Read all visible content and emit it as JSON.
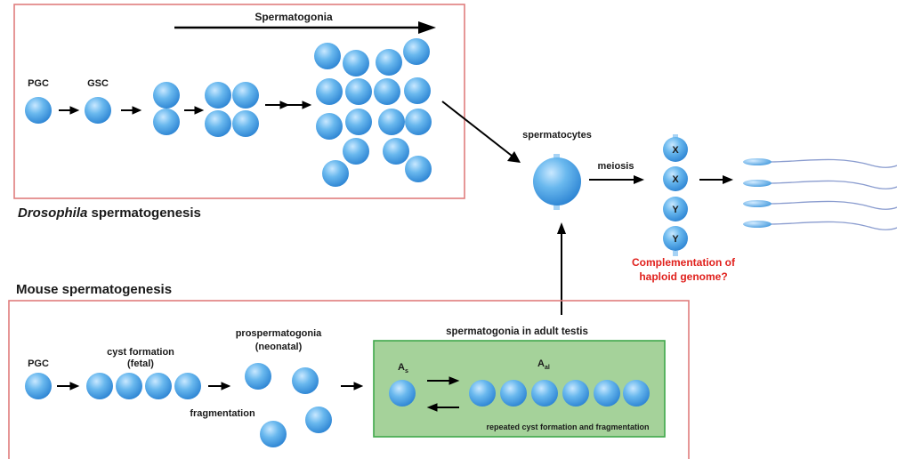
{
  "drosophila": {
    "section_title_italic": "Drosophila",
    "section_title_rest": " spermatogenesis",
    "banner": "Spermatogonia",
    "pgc": "PGC",
    "gsc": "GSC"
  },
  "center": {
    "spermatocytes": "spermatocytes",
    "meiosis": "meiosis",
    "chrom_labels": [
      "X",
      "X",
      "Y",
      "Y"
    ],
    "question_line1": "Complementation of",
    "question_line2": "haploid genome?"
  },
  "mouse": {
    "section_title": "Mouse spermatogenesis",
    "pgc": "PGC",
    "cyst_line1": "cyst formation",
    "cyst_line2": "(fetal)",
    "prosperm_line1": "prospermatogonia",
    "prosperm_line2": "(neonatal)",
    "fragmentation": "fragmentation",
    "adult_title": "spermatogonia in adult testis",
    "as_main": "A",
    "as_sub": "s",
    "aal_main": "A",
    "aal_sub": "al",
    "repeated": "repeated cyst formation and fragmentation"
  },
  "colors": {
    "cell_fill": "#5aaee8",
    "box_border": "#e07d7d",
    "green_box_fill": "#a5d29a",
    "green_box_border": "#3fa84a",
    "question_text": "#e0201c",
    "sperm_tail": "#8a9ccf"
  }
}
